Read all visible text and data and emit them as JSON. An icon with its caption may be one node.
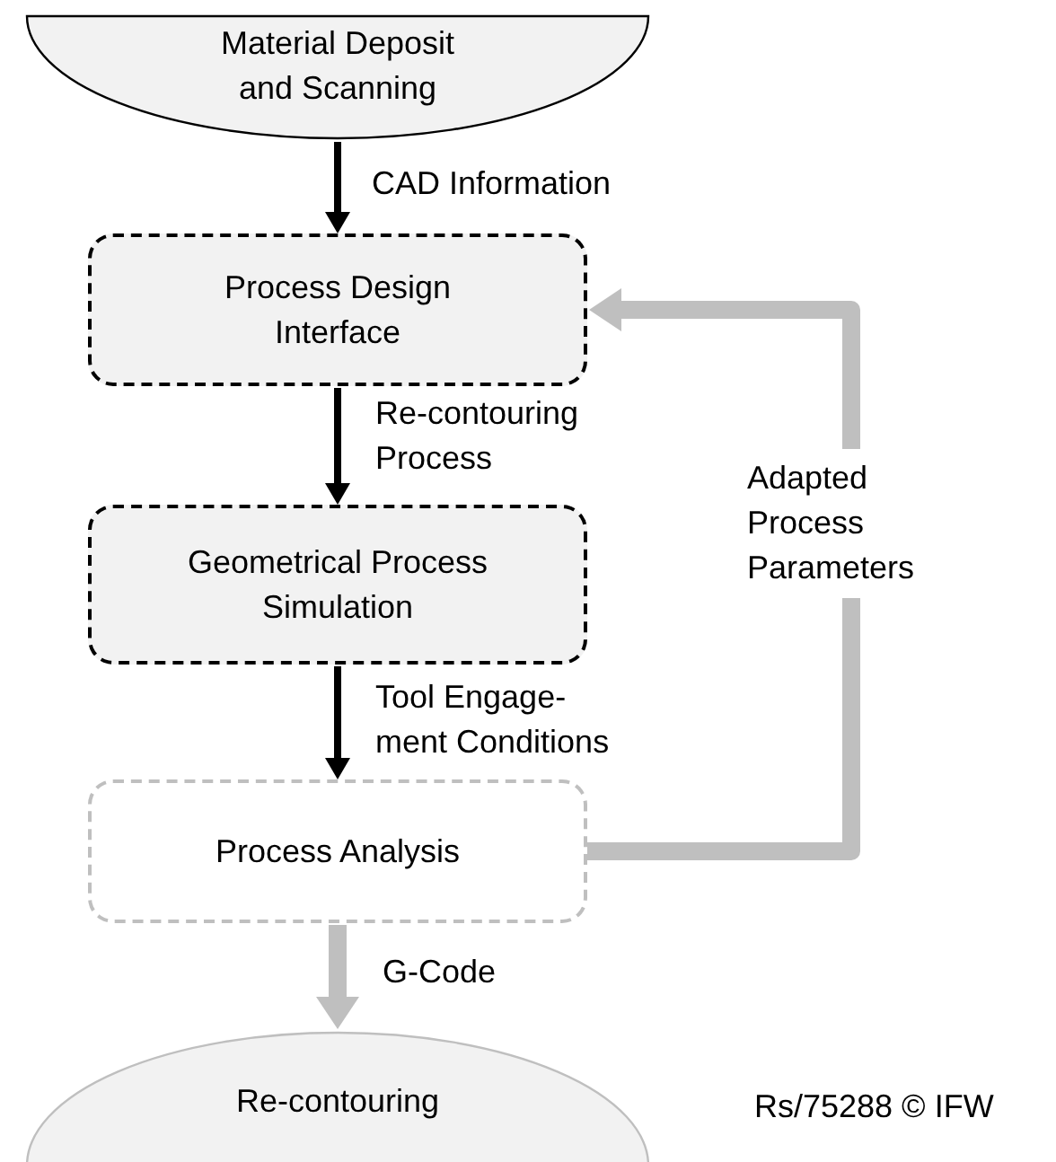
{
  "diagram": {
    "nodes": [
      {
        "text": [
          "Material Deposit and Scanning"
        ]
      },
      {
        "text": [
          "Process Design Interface"
        ]
      },
      {
        "text": [
          "Geometrical Process Simulation"
        ]
      },
      {
        "text": [
          "Process Analysis"
        ]
      },
      {
        "text": [
          "Re-contouring"
        ]
      }
    ],
    "edges": [
      {
        "from": 0,
        "to": 1,
        "arrow": "to",
        "label": "CAD Information"
      },
      {
        "from": 1,
        "to": 2,
        "arrow": "to",
        "label": "Re-contouring Process"
      },
      {
        "from": 2,
        "to": 3,
        "arrow": "to",
        "label": "Tool Engage- ment Conditions"
      },
      {
        "from": 3,
        "to": 4,
        "arrow": "to",
        "label": "G-Code",
        "style": "thick",
        "color": "#bfbfbf"
      },
      {
        "from": 3,
        "to": 1,
        "arrow": "to",
        "label": "Adapted Process Parameters",
        "style": "thick",
        "color": "#bfbfbf"
      }
    ],
    "labels": [
      "Rs/75288 © IFW"
    ]
  }
}
